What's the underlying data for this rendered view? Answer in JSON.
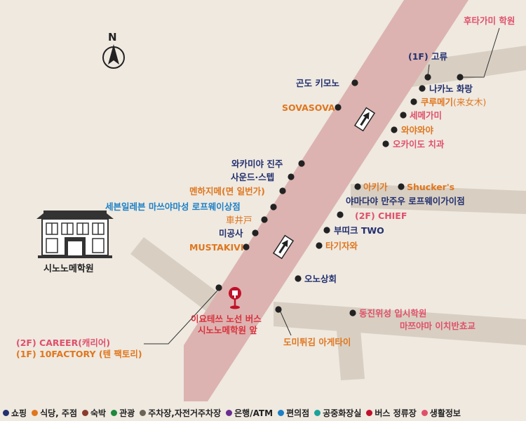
{
  "colors": {
    "background": "#efe9e0",
    "side_road": "#d8cfc2",
    "main_road": "#dcb3b0",
    "dot": "#222222",
    "bus_stop": "#c0112b"
  },
  "compass": {
    "label": "N"
  },
  "landmark": {
    "label": "시노노메학원",
    "icon": "school-building-icon"
  },
  "bus_stop": {
    "icon": "bus-stop-icon",
    "line1": "이요테쓰 노선 버스",
    "line2": "시노노메학원 앞"
  },
  "places": {
    "futagami": "후타가미 학원",
    "gorin": "(1F) 고류",
    "nakano": "나카노 화랑",
    "kurumegi": "쿠루메기",
    "kurumegi_kanji": "(来女木)",
    "semegami": "세메가미",
    "waya": "와야와야",
    "okaido": "오카이도 치과",
    "gondo": "곤도 키모노",
    "sovasova": "SOVASOVA",
    "wakamiya": "와카미야 진주",
    "sound": "사운드·스텝",
    "menhajime": "멘하지메(면 일번가)",
    "seven": "세븐일레븐 마쓰야마성 로프웨이상점",
    "kuruido": "車井戸",
    "mikosha": "미공사",
    "mustakivi": "MUSTAKIVI",
    "akiga": "아키가",
    "shuckers": "Shucker's",
    "yamadaya": "야마다야 만주우 로프웨이가이점",
    "chief": "(2F) CHIEF",
    "butik": "부띠크 TWO",
    "tagijawa": "타기자와",
    "ono": "오노상회",
    "dongjin": "동진위성 입시학원",
    "ichiban": "마쯔야마 이치반쵸교",
    "career": "(2F) CAREER(캐리어)",
    "tenfactory": "(1F) 10FACTORY (텐 팩토리)",
    "domi": "도미튀김 아게타이"
  },
  "legend": [
    {
      "label": "쇼핑",
      "color": "#23306f"
    },
    {
      "label": "식당, 주점",
      "color": "#e0761d"
    },
    {
      "label": "숙박",
      "color": "#8a3a2e"
    },
    {
      "label": "관광",
      "color": "#1b8a3a"
    },
    {
      "label": "주차장,자전거주차장",
      "color": "#6b6357"
    },
    {
      "label": "은행/ATM",
      "color": "#6a2d91"
    },
    {
      "label": "편의점",
      "color": "#1c80c6"
    },
    {
      "label": "공중화장실",
      "color": "#1aa39a"
    },
    {
      "label": "버스 정류장",
      "color": "#c0112b"
    },
    {
      "label": "생활정보",
      "color": "#e0506a"
    }
  ]
}
